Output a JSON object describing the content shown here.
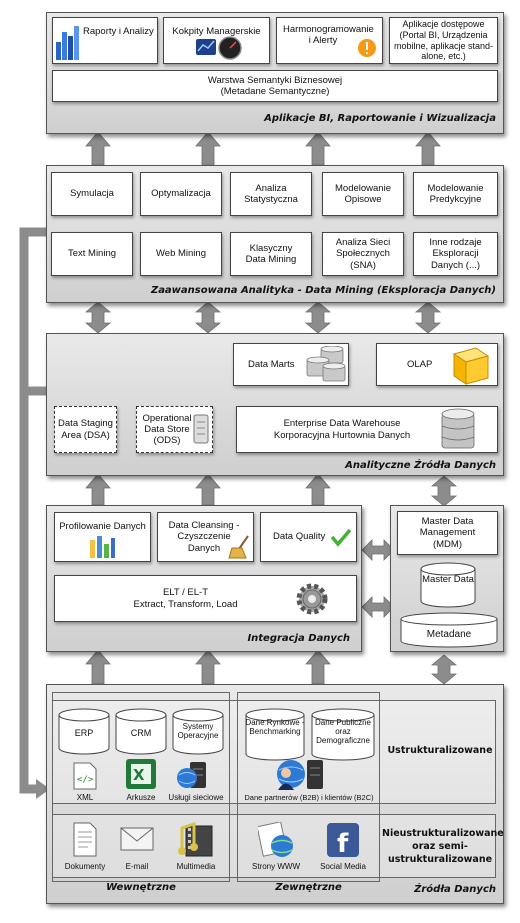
{
  "bi_layer": {
    "title": "Aplikacje BI, Raportowanie i Wizualizacja",
    "reports": "Raporty i Analizy",
    "dashboards": "Kokpity Managerskie",
    "scheduling": "Harmonogramowanie i Alerty",
    "apps": "Aplikacje dostępowe (Portal BI, Urządzenia mobilne, aplikacje stand-alone, etc.)",
    "semantic": "Warstwa Semantyki Biznesowej (Metadane Semantyczne)"
  },
  "analytics_layer": {
    "title": "Zaawansowana Analityka - Data Mining (Eksploracja Danych)",
    "row1": [
      "Symulacja",
      "Optymalizacja",
      "Analiza Statystyczna",
      "Modelowanie Opisowe",
      "Modelowanie Predykcyjne"
    ],
    "row2": [
      "Text Mining",
      "Web Mining",
      "Klasyczny Data Mining",
      "Analiza Sieci Społecznych (SNA)",
      "Inne rodzaje Eksploracji Danych (...)"
    ]
  },
  "sources_layer": {
    "title": "Analityczne Źródła Danych",
    "data_marts": "Data Marts",
    "olap": "OLAP",
    "dsa": "Data Staging Area (DSA)",
    "ods": "Operational Data Store (ODS)",
    "edw": "Enterprise Data Warehouse Korporacyjna Hurtownia Danych"
  },
  "integration_layer": {
    "title": "Integracja Danych",
    "profiling": "Profilowanie Danych",
    "cleansing": "Data Cleansing - Czyszczenie Danych",
    "quality": "Data Quality",
    "etl_1": "ELT / EL-T",
    "etl_2": "Extract, Transform, Load"
  },
  "mdm": {
    "mdm": "Master Data Management (MDM)",
    "master_data": "Master Data",
    "metadata": "Metadane"
  },
  "data_sources": {
    "title": "Źródła Danych",
    "structured": "Ustrukturalizowane",
    "unstructured": "Nieustrukturalizowane oraz semi-ustrukturalizowane",
    "internal": "Wewnętrzne",
    "external": "Zewnętrzne",
    "erp": "ERP",
    "crm": "CRM",
    "os": "Systemy Operacyjne",
    "market": "Dane Rynkowe - Benchmarking",
    "public": "Dane Publiczne oraz Demograficzne",
    "xml": "XML",
    "sheets": "Arkusze",
    "web_services": "Usługi sieciowe",
    "partners": "Dane partnerów (B2B) i klientów (B2C)",
    "docs": "Dokumenty",
    "email": "E-mail",
    "multimedia": "Multimedia",
    "www": "Strony WWW",
    "social": "Social Media"
  }
}
